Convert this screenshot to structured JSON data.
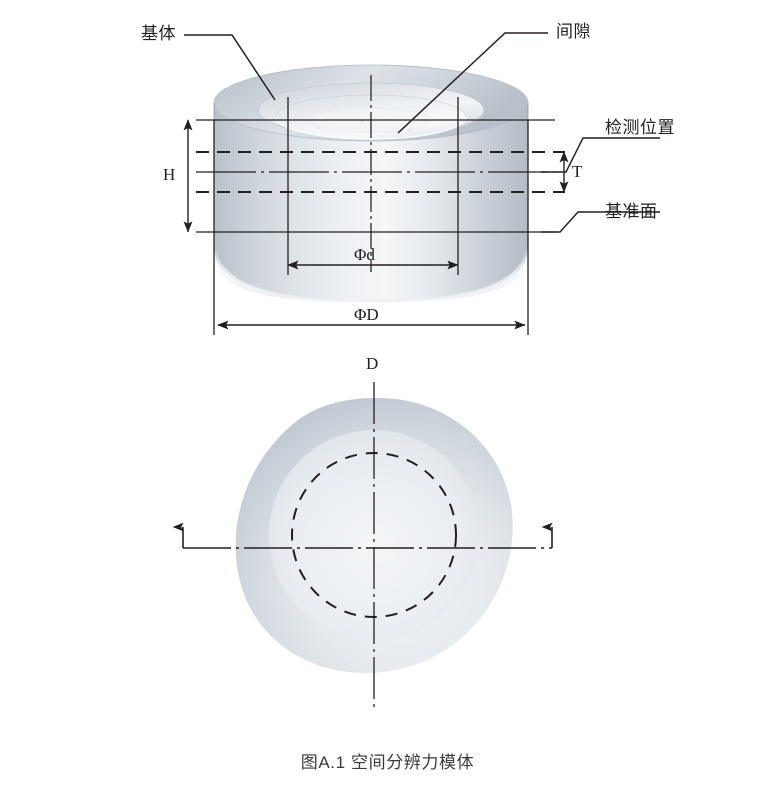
{
  "figure": {
    "caption": "图A.1  空间分辨力模体",
    "views": {
      "side_view_name": "side-elevation-view",
      "top_view_name": "top-plan-view"
    }
  },
  "labels": {
    "substrate": "基体",
    "gap": "间隙",
    "detection_position": "检测位置",
    "reference_plane": "基准面"
  },
  "dimensions": {
    "height": "H",
    "thickness": "T",
    "inner_diameter": "Φd",
    "outer_diameter": "ΦD",
    "section_axis": "D"
  },
  "colors": {
    "line": "#231f20",
    "body_light": "#eef1f4",
    "body_mid": "#ccd3da",
    "body_dark": "#aeb7c0",
    "caption_text": "#3b3b3d"
  }
}
